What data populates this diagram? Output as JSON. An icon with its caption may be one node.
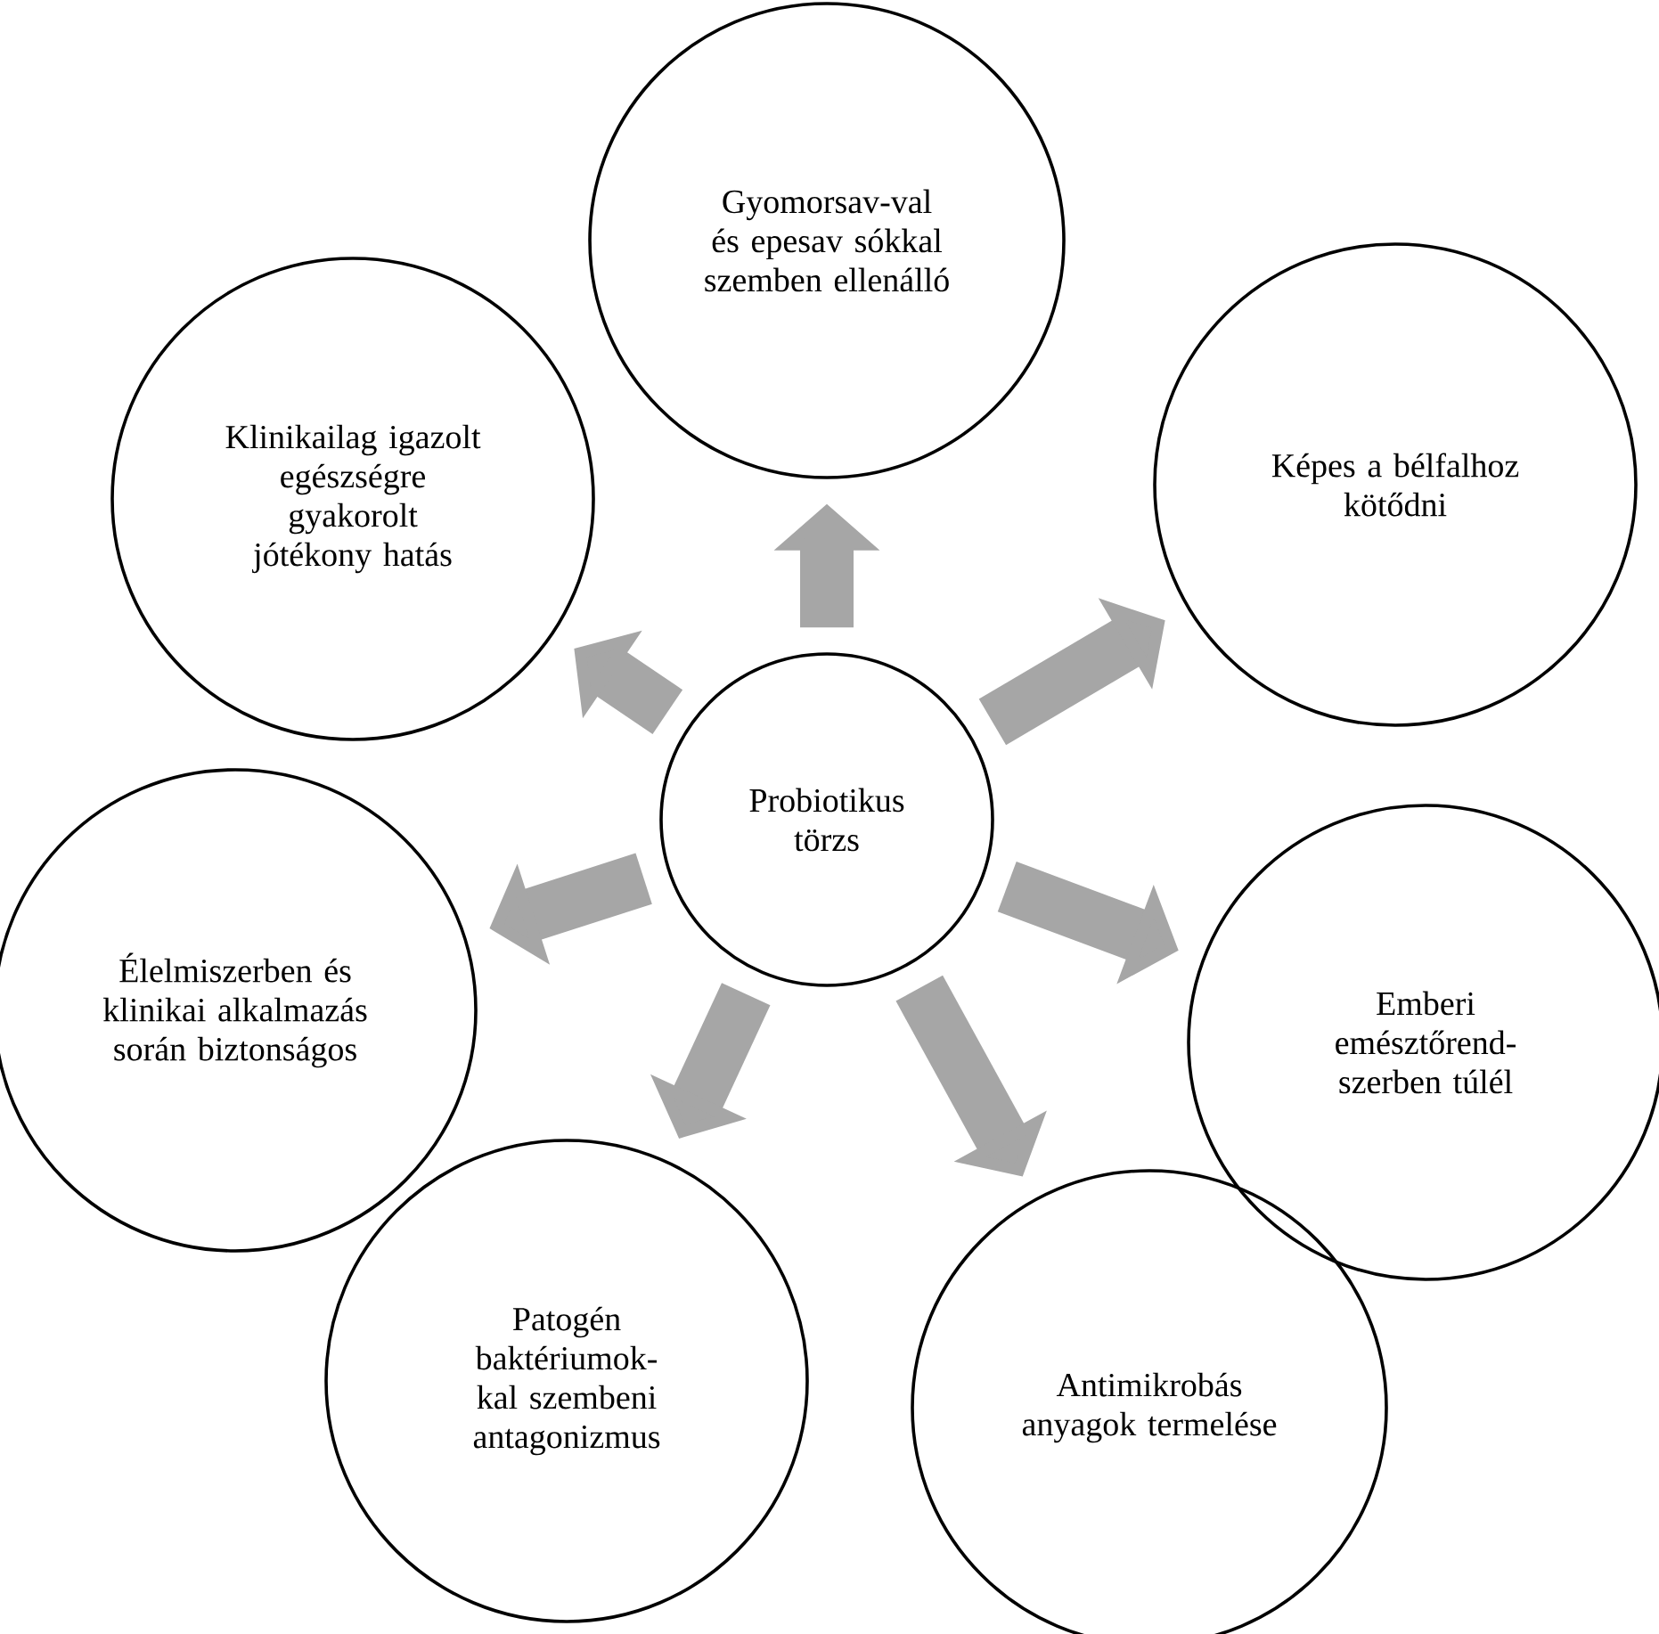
{
  "diagram": {
    "nodes": [
      {
        "text": [
          "Gyomorsav-val és epesav sókkal szemben ellenálló"
        ]
      },
      {
        "text": [
          "Klinikailag igazolt egészségre gyakorolt jótékony hatás"
        ]
      },
      {
        "text": [
          "Képes a bélfalhoz kötődni"
        ]
      },
      {
        "text": [
          "Probiotikus törzs"
        ]
      },
      {
        "text": [
          "Élelmiszerben és klinikai alkalmazás során biztonságos"
        ]
      },
      {
        "text": [
          "Emberi emésztőrend-szerben túlél"
        ]
      },
      {
        "text": [
          "Patogén baktériumok-kal szembeni antagonizmus"
        ]
      },
      {
        "text": [
          "Antimikrobás anyagok termelése"
        ]
      }
    ],
    "edges": [
      {
        "from": 3,
        "to": 0,
        "arrow": "to"
      },
      {
        "from": 3,
        "to": 2,
        "arrow": "to"
      },
      {
        "from": 3,
        "to": 5,
        "arrow": "to"
      },
      {
        "from": 3,
        "to": 7,
        "arrow": "to"
      },
      {
        "from": 3,
        "to": 6,
        "arrow": "to"
      },
      {
        "from": 3,
        "to": 4,
        "arrow": "to"
      },
      {
        "from": 3,
        "to": 1,
        "arrow": "to"
      }
    ]
  }
}
